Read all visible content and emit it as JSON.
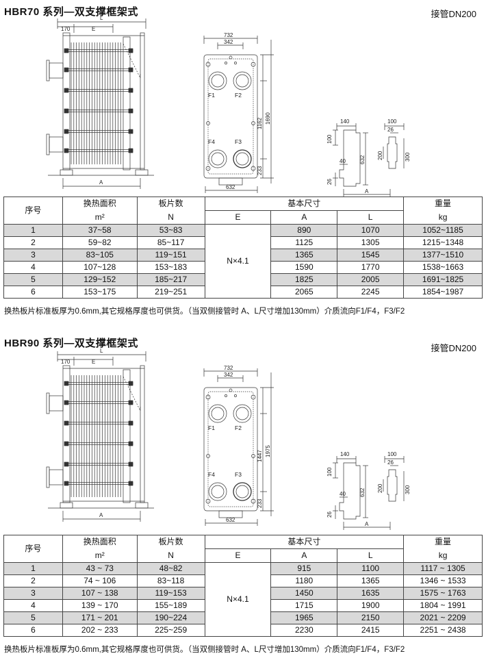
{
  "sections": [
    {
      "title": "HBR70 系列—双支撑框架式",
      "pipe": "接管DN200",
      "dims": {
        "side_L": "L",
        "side_170": "170",
        "side_E": "E",
        "side_A": "A",
        "front_732": "732",
        "front_342": "342",
        "front_1162": "1162",
        "front_1690": "1690",
        "front_233": "233",
        "front_632": "632",
        "port_F1": "F1",
        "port_F2": "F2",
        "port_F3": "F3",
        "port_F4": "F4",
        "foot_140": "140",
        "foot_100": "100",
        "foot_40": "40",
        "foot_632": "632",
        "foot_26": "26",
        "foot_A": "A",
        "det_100": "100",
        "det_26": "26",
        "det_200": "200",
        "det_300": "300"
      },
      "table": {
        "h_no": "序号",
        "h_area": "换热面积",
        "h_area_unit": "m²",
        "h_plates": "板片数",
        "h_plates_unit": "N",
        "h_basic": "基本尺寸",
        "h_E": "E",
        "h_A": "A",
        "h_L": "L",
        "h_weight": "重量",
        "h_weight_unit": "kg",
        "e_value": "N×4.1",
        "rows": [
          {
            "no": "1",
            "area": "37~58",
            "plates": "53~83",
            "A": "890",
            "L": "1070",
            "weight": "1052~1185"
          },
          {
            "no": "2",
            "area": "59~82",
            "plates": "85~117",
            "A": "1125",
            "L": "1305",
            "weight": "1215~1348"
          },
          {
            "no": "3",
            "area": "83~105",
            "plates": "119~151",
            "A": "1365",
            "L": "1545",
            "weight": "1377~1510"
          },
          {
            "no": "4",
            "area": "107~128",
            "plates": "153~183",
            "A": "1590",
            "L": "1770",
            "weight": "1538~1663"
          },
          {
            "no": "5",
            "area": "129~152",
            "plates": "185~217",
            "A": "1825",
            "L": "2005",
            "weight": "1691~1825"
          },
          {
            "no": "6",
            "area": "153~175",
            "plates": "219~251",
            "A": "2065",
            "L": "2245",
            "weight": "1854~1987"
          }
        ]
      },
      "note": "换热板片标准板厚为0.6mm,其它规格厚度也可供货。（当双侧接管时 A、L尺寸增加130mm）介质流向F1/F4，F3/F2"
    },
    {
      "title": "HBR90 系列—双支撑框架式",
      "pipe": "接管DN200",
      "dims": {
        "side_L": "L",
        "side_170": "170",
        "side_E": "E",
        "side_A": "A",
        "front_732": "732",
        "front_342": "342",
        "front_1162": "1447",
        "front_1690": "1975",
        "front_233": "233",
        "front_632": "632",
        "port_F1": "F1",
        "port_F2": "F2",
        "port_F3": "F3",
        "port_F4": "F4",
        "foot_140": "140",
        "foot_100": "100",
        "foot_40": "40",
        "foot_632": "632",
        "foot_26": "26",
        "foot_A": "A",
        "det_100": "100",
        "det_26": "26",
        "det_200": "200",
        "det_300": "300"
      },
      "table": {
        "h_no": "序号",
        "h_area": "换热面积",
        "h_area_unit": "m²",
        "h_plates": "板片数",
        "h_plates_unit": "N",
        "h_basic": "基本尺寸",
        "h_E": "E",
        "h_A": "A",
        "h_L": "L",
        "h_weight": "重量",
        "h_weight_unit": "kg",
        "e_value": "N×4.1",
        "rows": [
          {
            "no": "1",
            "area": "43 ~ 73",
            "plates": "48~82",
            "A": "915",
            "L": "1100",
            "weight": "1117 ~ 1305"
          },
          {
            "no": "2",
            "area": "74 ~ 106",
            "plates": "83~118",
            "A": "1180",
            "L": "1365",
            "weight": "1346 ~ 1533"
          },
          {
            "no": "3",
            "area": "107 ~ 138",
            "plates": "119~153",
            "A": "1450",
            "L": "1635",
            "weight": "1575 ~ 1763"
          },
          {
            "no": "4",
            "area": "139 ~ 170",
            "plates": "155~189",
            "A": "1715",
            "L": "1900",
            "weight": "1804 ~ 1991"
          },
          {
            "no": "5",
            "area": "171 ~ 201",
            "plates": "190~224",
            "A": "1965",
            "L": "2150",
            "weight": "2021 ~ 2209"
          },
          {
            "no": "6",
            "area": "202 ~ 233",
            "plates": "225~259",
            "A": "2230",
            "L": "2415",
            "weight": "2251 ~ 2438"
          }
        ]
      },
      "note": "换热板片标准板厚为0.6mm,其它规格厚度也可供货。（当双侧接管时 A、L尺寸增加130mm）介质流向F1/F4，F3/F2"
    }
  ]
}
